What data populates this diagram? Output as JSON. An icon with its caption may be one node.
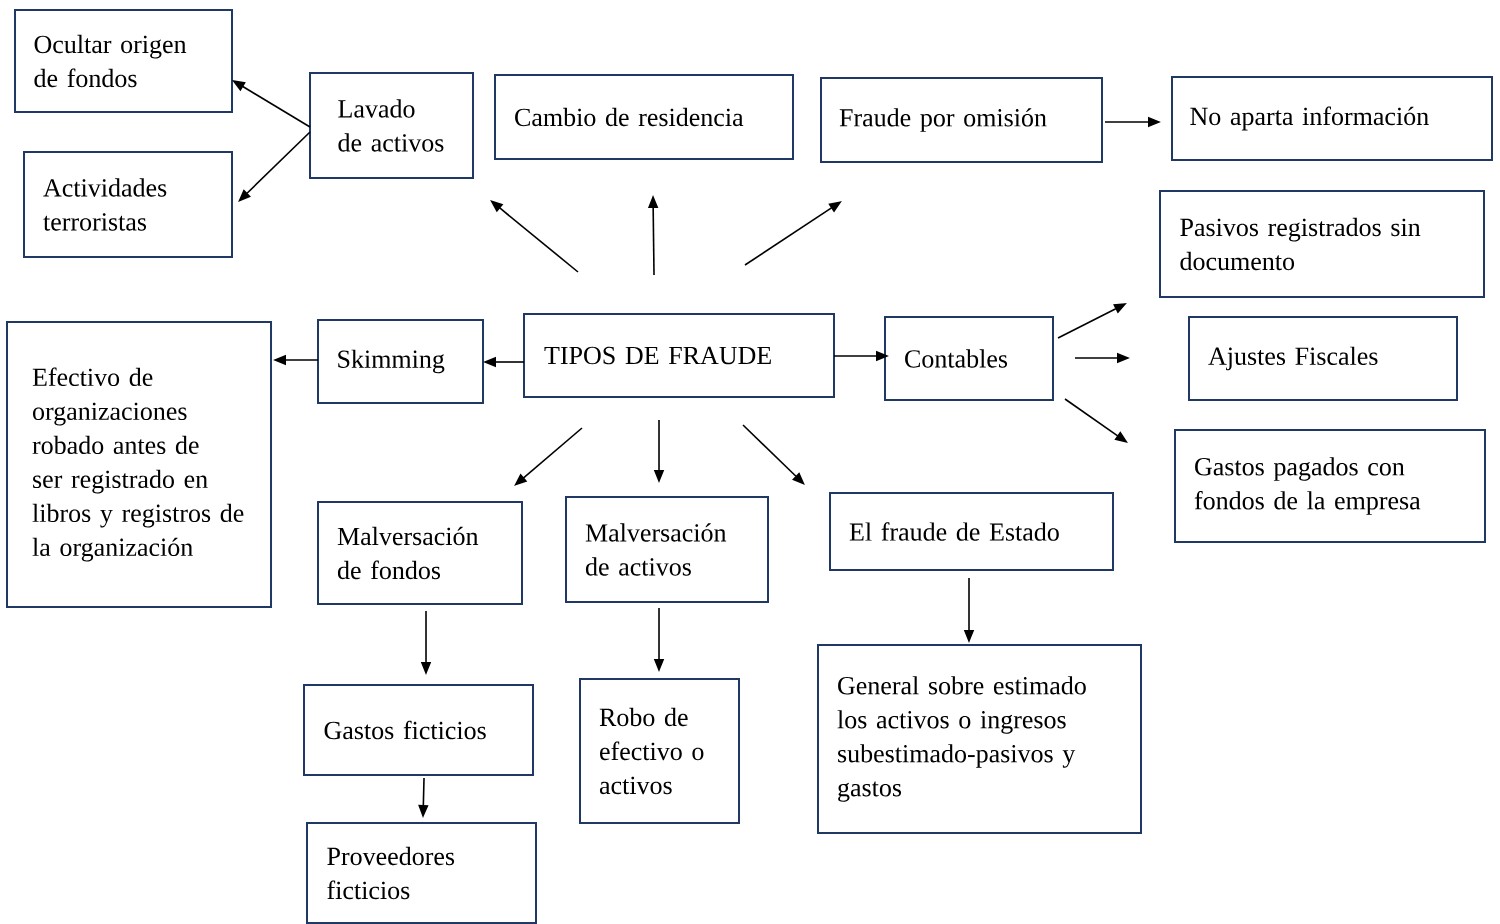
{
  "diagram": {
    "nodes": [
      {
        "text": [
          "Ocultar origen de fondos"
        ]
      },
      {
        "text": [
          "Lavado de activos"
        ]
      },
      {
        "text": [
          "Cambio de residencia"
        ]
      },
      {
        "text": [
          "Fraude por omisión"
        ]
      },
      {
        "text": [
          "No aparta información"
        ]
      },
      {
        "text": [
          "Actividades terroristas"
        ]
      },
      {
        "text": [
          "Pasivos registrados sin documento"
        ]
      },
      {
        "text": [
          "Efectivo de organizaciones robado antes de ser registrado en libros y registros de la organización"
        ]
      },
      {
        "text": [
          "Skimming"
        ]
      },
      {
        "text": [
          "TIPOS DE FRAUDE"
        ]
      },
      {
        "text": [
          "Contables"
        ]
      },
      {
        "text": [
          "Ajustes Fiscales"
        ]
      },
      {
        "text": [
          "Gastos pagados con fondos de la empresa"
        ]
      },
      {
        "text": [
          "Malversación de fondos"
        ]
      },
      {
        "text": [
          "Malversación de activos"
        ]
      },
      {
        "text": [
          "El fraude de Estado"
        ]
      },
      {
        "text": [
          "Gastos ficticios"
        ]
      },
      {
        "text": [
          "Robo de efectivo o activos"
        ]
      },
      {
        "text": [
          "General sobre estimado los activos o ingresos subestimado-pasivos y gastos"
        ]
      },
      {
        "text": [
          "Proveedores ficticios"
        ]
      }
    ],
    "edges": [
      {
        "from": 1,
        "to": 0,
        "arrow": "to"
      },
      {
        "from": 1,
        "to": 5,
        "arrow": "to"
      },
      {
        "from": 9,
        "to": 1,
        "arrow": "to"
      },
      {
        "from": 9,
        "to": 2,
        "arrow": "to"
      },
      {
        "from": 9,
        "to": 3,
        "arrow": "to"
      },
      {
        "from": 3,
        "to": 4,
        "arrow": "to"
      },
      {
        "from": 9,
        "to": 8,
        "arrow": "to"
      },
      {
        "from": 8,
        "to": 7,
        "arrow": "to"
      },
      {
        "from": 9,
        "to": 10,
        "arrow": "to"
      },
      {
        "from": 10,
        "to": 6,
        "arrow": "to"
      },
      {
        "from": 10,
        "to": 11,
        "arrow": "to"
      },
      {
        "from": 10,
        "to": 12,
        "arrow": "to"
      },
      {
        "from": 9,
        "to": 13,
        "arrow": "to"
      },
      {
        "from": 9,
        "to": 14,
        "arrow": "to"
      },
      {
        "from": 9,
        "to": 15,
        "arrow": "to"
      },
      {
        "from": 15,
        "to": 18,
        "arrow": "to"
      },
      {
        "from": 13,
        "to": 16,
        "arrow": "to"
      },
      {
        "from": 14,
        "to": 17,
        "arrow": "to"
      },
      {
        "from": 16,
        "to": 19,
        "arrow": "to"
      }
    ]
  }
}
